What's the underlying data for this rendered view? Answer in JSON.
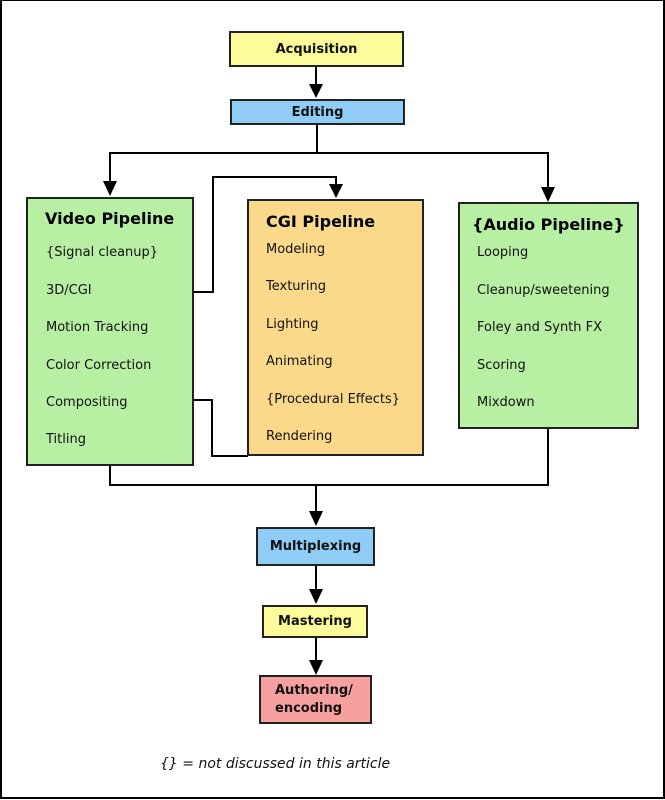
{
  "diagram": {
    "title": "Video production workflow",
    "stages": {
      "acquisition": "Acquisition",
      "editing": "Editing",
      "multiplexing": "Multiplexing",
      "mastering": "Mastering",
      "authoring": "Authoring/ encoding"
    },
    "authoring_lines": [
      "Authoring/",
      "encoding"
    ],
    "video_pipeline": {
      "title": "Video Pipeline",
      "items": [
        "{Signal cleanup}",
        "3D/CGI",
        "Motion Tracking",
        "Color Correction",
        "Compositing",
        "Titling"
      ]
    },
    "cgi_pipeline": {
      "title": "CGI Pipeline",
      "items": [
        "Modeling",
        "Texturing",
        "Lighting",
        "Animating",
        "{Procedural Effects}",
        "Rendering"
      ]
    },
    "audio_pipeline": {
      "title": "{Audio Pipeline}",
      "items": [
        "Looping",
        "Cleanup/sweetening",
        "Foley and Synth FX",
        "Scoring",
        "Mixdown"
      ]
    },
    "legend": "{} = not discussed in this article",
    "colors": {
      "yellow": "#fdfc9b",
      "blue": "#8fcdf6",
      "green": "#b8f0a3",
      "orange": "#fad98a",
      "pink": "#f7a0a0"
    }
  }
}
